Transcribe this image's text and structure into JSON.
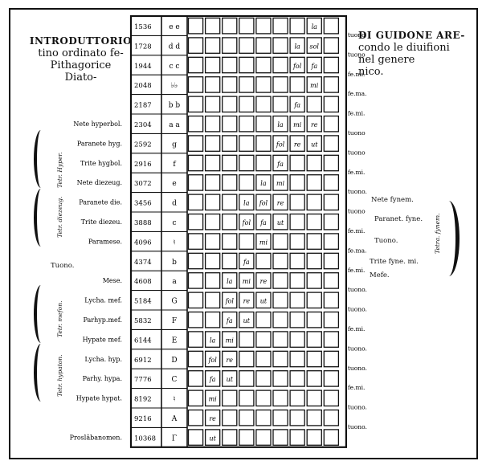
{
  "title_left": [
    "INTRODUTTORIO",
    "tino ordinato fe-",
    "Pithagorice",
    "Diato-"
  ],
  "title_right": [
    "DI GUIDONE ARE-",
    "condo le diuifioni",
    "nel genere",
    "nico."
  ],
  "rows": [
    {
      "num": "1536",
      "letter": "e e",
      "notes": [
        "",
        "",
        "",
        "",
        "",
        "",
        "",
        "la",
        ""
      ],
      "right": "tuono",
      "label": ""
    },
    {
      "num": "1728",
      "letter": "d d",
      "notes": [
        "",
        "",
        "",
        "",
        "",
        "",
        "la",
        "sol",
        ""
      ],
      "right": "tuono",
      "label": ""
    },
    {
      "num": "1944",
      "letter": "c c",
      "notes": [
        "",
        "",
        "",
        "",
        "",
        "",
        "fol",
        "fa",
        ""
      ],
      "right": "fe.mi.",
      "label": ""
    },
    {
      "num": "2048",
      "letter": "♭♭",
      "notes": [
        "",
        "",
        "",
        "",
        "",
        "",
        "",
        "mi",
        ""
      ],
      "right": "fe.ma.",
      "label": ""
    },
    {
      "num": "2187",
      "letter": "b b",
      "notes": [
        "",
        "",
        "",
        "",
        "",
        "",
        "fa",
        "",
        ""
      ],
      "right": "fe.mi.",
      "label": ""
    },
    {
      "num": "2304",
      "letter": "a a",
      "notes": [
        "",
        "",
        "",
        "",
        "",
        "la",
        "mi",
        "re",
        ""
      ],
      "right": "tuono",
      "label": "Nete hyperbol."
    },
    {
      "num": "2592",
      "letter": "g",
      "notes": [
        "",
        "",
        "",
        "",
        "",
        "fol",
        "re",
        "ut",
        ""
      ],
      "right": "tuono",
      "label": "Paranete hyg."
    },
    {
      "num": "2916",
      "letter": "f",
      "notes": [
        "",
        "",
        "",
        "",
        "",
        "fa",
        "",
        "",
        ""
      ],
      "right": "fe.mi.",
      "label": "Trite hygbol."
    },
    {
      "num": "3072",
      "letter": "e",
      "notes": [
        "",
        "",
        "",
        "",
        "la",
        "mi",
        "",
        "",
        ""
      ],
      "right": "tuono.",
      "label": "Nete diezeug."
    },
    {
      "num": "3456",
      "letter": "d",
      "notes": [
        "",
        "",
        "",
        "la",
        "fol",
        "re",
        "",
        "",
        ""
      ],
      "right": "tuono",
      "label": "Paranete die."
    },
    {
      "num": "3888",
      "letter": "c",
      "notes": [
        "",
        "",
        "",
        "fol",
        "fa",
        "ut",
        "",
        "",
        ""
      ],
      "right": "fe.mi.",
      "label": "Trite diezeu."
    },
    {
      "num": "4096",
      "letter": "♮",
      "notes": [
        "",
        "",
        "",
        "",
        "mi",
        "",
        "",
        "",
        ""
      ],
      "right": "fe.ma.",
      "label": "Paramese."
    },
    {
      "num": "4374",
      "letter": "b",
      "notes": [
        "",
        "",
        "",
        "fa",
        "",
        "",
        "",
        "",
        ""
      ],
      "right": "fe.mi.",
      "label": ""
    },
    {
      "num": "4608",
      "letter": "a",
      "notes": [
        "",
        "",
        "la",
        "mi",
        "re",
        "",
        "",
        "",
        ""
      ],
      "right": "tuono.",
      "label": "Mese."
    },
    {
      "num": "5184",
      "letter": "G",
      "notes": [
        "",
        "",
        "fol",
        "re",
        "ut",
        "",
        "",
        "",
        ""
      ],
      "right": "tuono.",
      "label": "Lycha. mef."
    },
    {
      "num": "5832",
      "letter": "F",
      "notes": [
        "",
        "",
        "fa",
        "ut",
        "",
        "",
        "",
        "",
        ""
      ],
      "right": "fe.mi.",
      "label": "Parhyp.mef."
    },
    {
      "num": "6144",
      "letter": "E",
      "notes": [
        "",
        "la",
        "mi",
        "",
        "",
        "",
        "",
        "",
        ""
      ],
      "right": "tuono.",
      "label": "Hypate mef."
    },
    {
      "num": "6912",
      "letter": "D",
      "notes": [
        "",
        "fol",
        "re",
        "",
        "",
        "",
        "",
        "",
        ""
      ],
      "right": "tuono.",
      "label": "Lycha. hyp."
    },
    {
      "num": "7776",
      "letter": "C",
      "notes": [
        "",
        "fa",
        "ut",
        "",
        "",
        "",
        "",
        "",
        ""
      ],
      "right": "fe.mi.",
      "label": "Parhy. hypa."
    },
    {
      "num": "8192",
      "letter": "♮",
      "notes": [
        "",
        "mi",
        "",
        "",
        "",
        "",
        "",
        "",
        ""
      ],
      "right": "tuono.",
      "label": "Hypate hypat."
    },
    {
      "num": "9216",
      "letter": "A",
      "notes": [
        "",
        "re",
        "",
        "",
        "",
        "",
        "",
        "",
        ""
      ],
      "right": "tuono.",
      "label": ""
    },
    {
      "num": "10368",
      "letter": "Γ",
      "notes": [
        "",
        "ut",
        "",
        "",
        "",
        "",
        "",
        "",
        ""
      ],
      "right": "",
      "label": "Proslâbanomen."
    }
  ],
  "tuono_left": "Tuono.",
  "group_labels": {
    "hyper": "Tetr. Hyper.",
    "diezeug": "Tetr. diezeug.",
    "meson": "Tetr. mefon.",
    "hypaton": "Tetr. hypaton."
  },
  "right_side": {
    "labels": [
      "Nete fynem.",
      "Paranet. fyne.",
      "Tuono.",
      "Trite fyne. mi.",
      "Mefe."
    ],
    "group": "Tetra. fynem."
  }
}
